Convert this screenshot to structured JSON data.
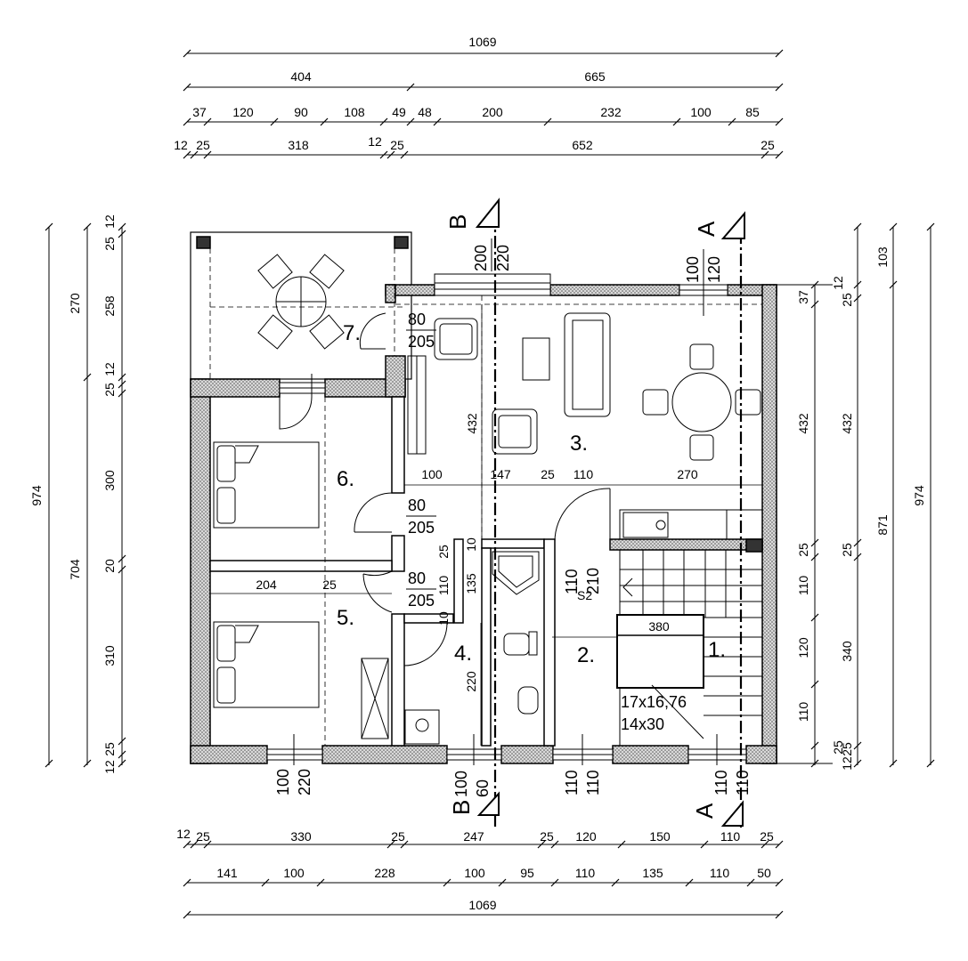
{
  "dimensions": {
    "top": {
      "overall": "1069",
      "row2": [
        "404",
        "665"
      ],
      "row3": [
        "37",
        "120",
        "90",
        "108",
        "49",
        "48",
        "200",
        "232",
        "100",
        "85"
      ],
      "row4": [
        "12",
        "25",
        "318",
        "12",
        "25",
        "652",
        "25"
      ]
    },
    "bottom": {
      "row1": [
        "12",
        "25",
        "330",
        "25",
        "247",
        "25",
        "120",
        "150",
        "110",
        "25"
      ],
      "row2": [
        "141",
        "100",
        "228",
        "100",
        "95",
        "110",
        "135",
        "110",
        "50"
      ],
      "overall": "1069"
    },
    "left": {
      "overall": "974",
      "row2": [
        "704"
      ],
      "row3": [
        "270",
        "300",
        "310"
      ],
      "row4": [
        "25",
        "12",
        "258",
        "12",
        "25",
        "20",
        "25",
        "12"
      ]
    },
    "right": {
      "overall": "974",
      "row2": [
        "103",
        "871"
      ],
      "row3": [
        "432",
        "25",
        "340",
        "12",
        "25"
      ],
      "row4": [
        "12",
        "25",
        "37",
        "432",
        "25",
        "110",
        "120",
        "110",
        "25"
      ]
    },
    "interior": {
      "h_432": "432",
      "row_100": "100",
      "row_147": "147",
      "row_25a": "25",
      "row_110": "110",
      "row_270": "270",
      "w_204": "204",
      "w_25": "25",
      "bath_25": "25",
      "bath_10a": "10",
      "bath_110": "110",
      "bath_135": "135",
      "bath_10b": "10",
      "h_220": "220",
      "stair_380": "380"
    }
  },
  "rooms": [
    "1.",
    "2.",
    "3.",
    "4.",
    "5.",
    "6.",
    "7."
  ],
  "doors": {
    "d7": [
      "80",
      "205"
    ],
    "d6": [
      "80",
      "205"
    ],
    "d5": [
      "80",
      "205"
    ],
    "d2": [
      "110",
      "210"
    ],
    "s2": "S2"
  },
  "windows": {
    "top_left": [
      "200",
      "220"
    ],
    "top_right": [
      "100",
      "120"
    ],
    "bottom_room5": [
      "100",
      "220"
    ],
    "bottom_room4": [
      "100",
      "60"
    ],
    "bottom_room2": [
      "110",
      "110"
    ],
    "bottom_room1": [
      "110",
      "110"
    ]
  },
  "sections": {
    "a": "A",
    "b": "B"
  },
  "stairs": {
    "spec1": "17x16,76",
    "spec2": "14x30"
  }
}
